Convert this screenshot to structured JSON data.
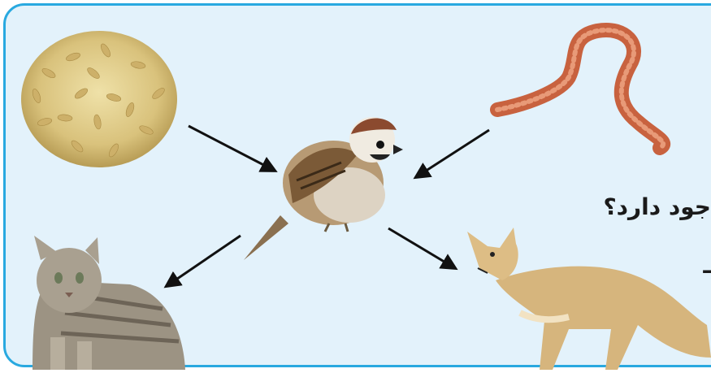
{
  "background": "#e3f2fb",
  "border_color": "#29a9e0",
  "nodes": [
    {
      "name": "grains",
      "icon": "grain-pile-icon"
    },
    {
      "name": "worm",
      "icon": "earthworm-icon"
    },
    {
      "name": "sparrow",
      "icon": "sparrow-icon"
    },
    {
      "name": "cat",
      "icon": "cat-icon"
    },
    {
      "name": "fox",
      "icon": "fox-icon"
    }
  ],
  "edges": [
    {
      "from": "grains",
      "to": "sparrow"
    },
    {
      "from": "worm",
      "to": "sparrow"
    },
    {
      "from": "sparrow",
      "to": "cat"
    },
    {
      "from": "sparrow",
      "to": "fox"
    }
  ],
  "text": {
    "question_line": "جود دارد؟",
    "answer_line": "ـ"
  }
}
